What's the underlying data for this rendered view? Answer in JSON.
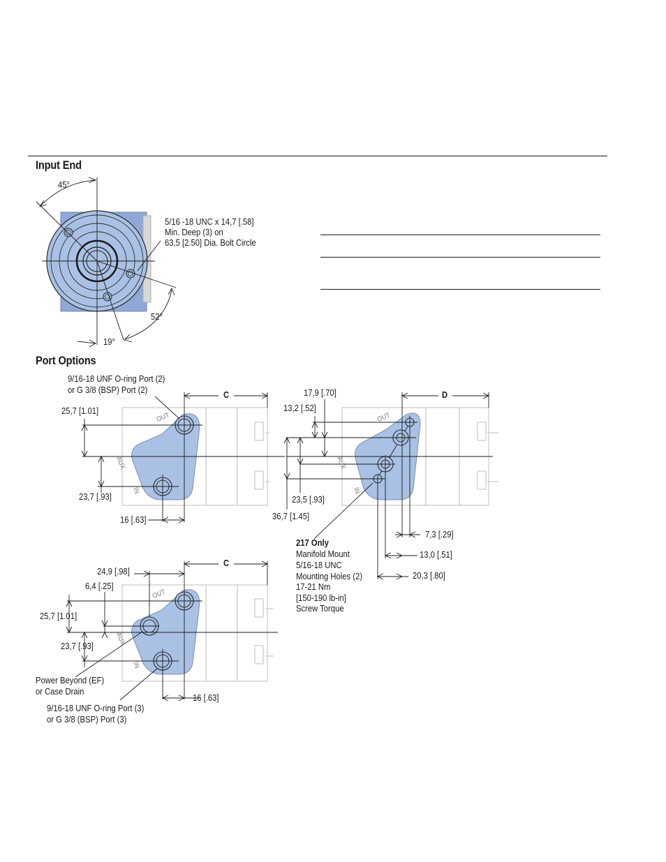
{
  "sections": {
    "input_end": "Input End",
    "port_options": "Port Options"
  },
  "input_end": {
    "angle_45": "45°",
    "angle_52": "52°",
    "angle_19": "19°",
    "bolt_note": [
      "5/16 -18 UNC x 14,7 [.58]",
      "Min. Deep (3) on",
      "63,5 [2.50] Dia. Bolt Circle"
    ]
  },
  "port_view_1": {
    "port_note": [
      "9/16-18 UNF O-ring Port (2)",
      "or G 3/8 (BSP) Port (2)"
    ],
    "dim_c": "C",
    "dim_25_7": "25,7 [1.01]",
    "dim_23_7": "23,7 [.93]",
    "dim_16": "16 [.63]"
  },
  "port_view_2": {
    "dim_d": "D",
    "dim_17_9": "17,9 [.70]",
    "dim_13_2": "13,2 [.52]",
    "dim_23_5": "23,5 [.93]",
    "dim_36_7": "36,7 [1.45]",
    "dim_7_3": "7,3 [.29]",
    "dim_13_0": "13,0 [.51]",
    "dim_20_3": "20,3 [.80]",
    "manifold_title": "217 Only",
    "manifold_note": [
      "Manifold Mount",
      "5/16-18 UNC",
      "Mounting Holes (2)",
      "17-21 Nm",
      "[150-190 lb-in]",
      "Screw Torque"
    ]
  },
  "port_view_3": {
    "dim_c": "C",
    "dim_24_9": "24,9 [.98]",
    "dim_6_4": "6,4 [.25]",
    "dim_25_7": "25,7 [1.01]",
    "dim_23_7": "23,7 [.93]",
    "dim_16": "16 [.63]",
    "power_note": [
      "Power Beyond (EF)",
      "or Case Drain"
    ],
    "port_note": [
      "9/16-18 UNF O-ring Port (3)",
      "or G 3/8 (BSP) Port (3)"
    ]
  },
  "housing_marks": {
    "out": "OUT",
    "aux": "AUX",
    "in": "IN"
  }
}
